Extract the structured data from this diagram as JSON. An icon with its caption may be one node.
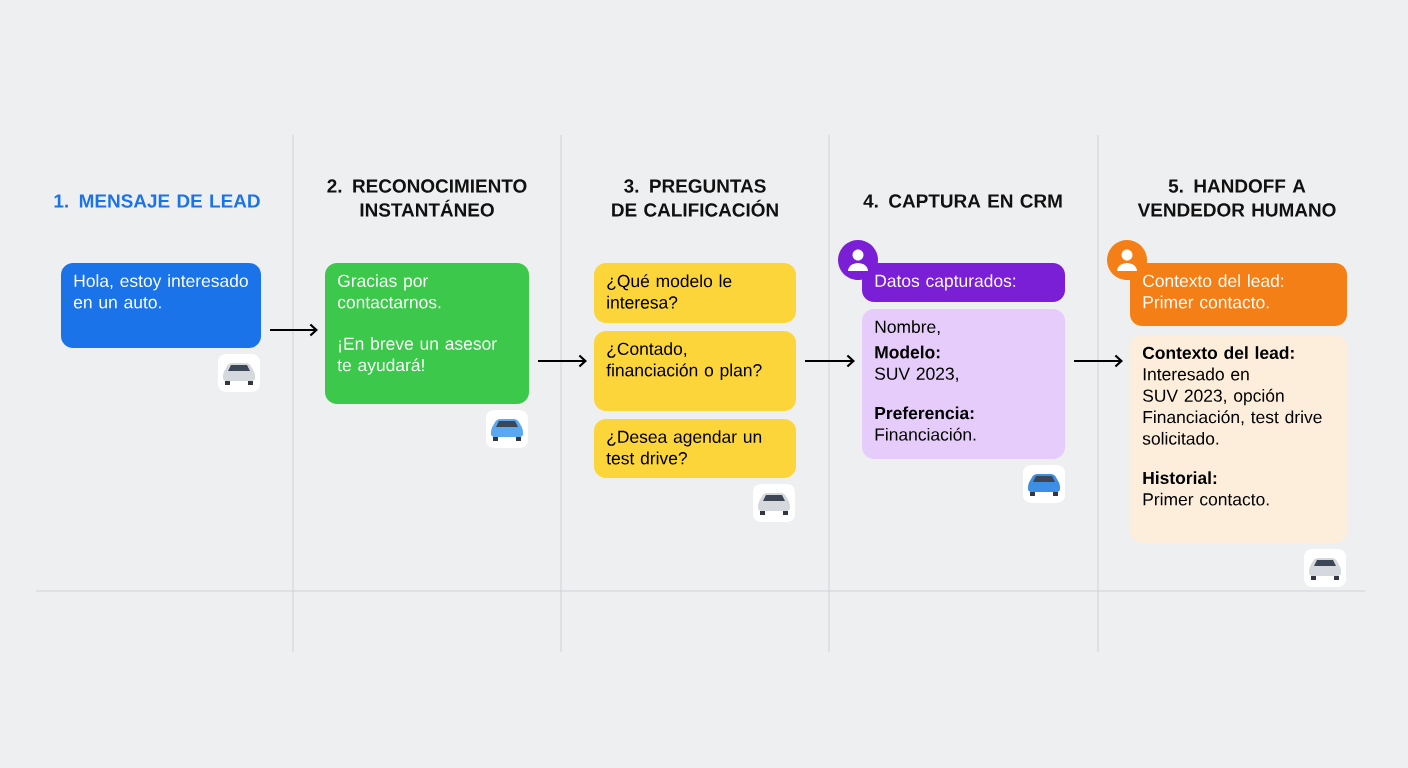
{
  "diagram": {
    "nodes": [
      {
        "text": [
          "Hola, estoy interesado en un auto."
        ]
      },
      {
        "text": [
          "Gracias por contactarnos.",
          "¡En breve un asesor te ayudará!"
        ]
      },
      {
        "text": [
          "¿Qué modelo le interesa?"
        ]
      },
      {
        "text": [
          "¿Contado, financiación o plan?"
        ]
      },
      {
        "text": [
          "¿Desea agendar un test drive?"
        ]
      },
      {
        "text": [
          "Datos capturados:"
        ]
      },
      {
        "text": [
          "Nombre,",
          "Modelo:",
          "SUV 2023,",
          "Preferencia:",
          "Financiación."
        ]
      },
      {
        "text": [
          "Contexto del lead: Primer contacto."
        ]
      },
      {
        "text": [
          "Contexto del lead:",
          "Interesado en SUV 2023, opción Financiación, test drive solicitado.",
          "Historial:",
          "Primer contacto."
        ]
      }
    ],
    "edges": [
      {
        "from": 0,
        "to": 1,
        "arrow": "to"
      },
      {
        "from": 1,
        "to": 3,
        "arrow": "to"
      },
      {
        "from": 3,
        "to": 6,
        "arrow": "to"
      },
      {
        "from": 6,
        "to": 8,
        "arrow": "to"
      }
    ],
    "labels": [
      "1. MENSAJE DE LEAD",
      "2. RECONOCIMIENTO INSTANTÁNEO",
      "3. PREGUNTAS DE CALIFICACIÓN",
      "4. CAPTURA EN CRM",
      "5. HANDOFF A VENDEDOR HUMANO"
    ]
  }
}
